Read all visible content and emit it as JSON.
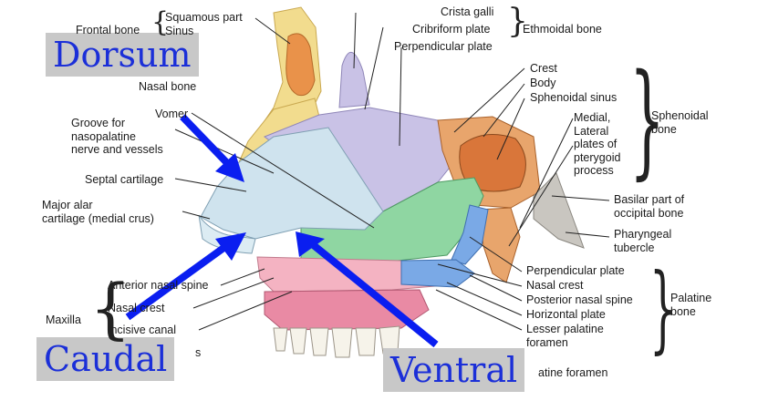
{
  "overlay_labels": {
    "dorsum": "Dorsum",
    "caudal": "Caudal",
    "ventral": "Ventral"
  },
  "left_labels": {
    "frontal_bone": "Frontal bone",
    "sinus": "Sinus",
    "squamous_part": "Squamous part",
    "nasal_bone": "Nasal bone",
    "vomer": "Vomer",
    "groove": "Groove for\nnasopalatine\nnerve and vessels",
    "septal_cartilage": "Septal cartilage",
    "major_alar": "Major alar\ncartilage (medial crus)",
    "anterior_nasal_spine": "Anterior nasal spine",
    "nasal_crest": "Nasal crest",
    "incisive_canal": "Incisive canal",
    "maxilla": "Maxilla",
    "alveolar": "s"
  },
  "top_labels": {
    "crista_galli": "Crista galli",
    "cribriform_plate": "Cribriform plate",
    "perpendicular_plate": "Perpendicular plate",
    "ethmoidal_bone": "Ethmoidal bone"
  },
  "right_labels": {
    "crest": "Crest",
    "body": "Body",
    "sphenoidal_sinus": "Sphenoidal sinus",
    "pterygoid": "Medial,\nLateral\nplates of\npterygoid\nprocess",
    "sphenoidal_bone": "Sphenoidal\nbone",
    "basilar_part": "Basilar part of\noccipital bone",
    "pharyngeal_tubercle": "Pharyngeal\ntubercle",
    "palatine_perpendicular": "Perpendicular plate",
    "palatine_nasal_crest": "Nasal crest",
    "posterior_nasal_spine": "Posterior nasal spine",
    "horizontal_plate": "Horizontal plate",
    "lesser_palatine": "Lesser palatine\nforamen",
    "greater_palatine": "atine foramen",
    "palatine_bone": "Palatine\nbone"
  },
  "colors": {
    "arrow": "#0a1ef0",
    "overlay_text": "#1b2fd8",
    "overlay_bg": "#c8c8c8",
    "septal_cartilage": "#cfe3ee",
    "ethmoid": "#c9c2e6",
    "vomer": "#8fd6a2",
    "bone_orange": "#e8a56c",
    "palatine_blue": "#7aa9e6",
    "maxilla_pink": "#f4b3c2",
    "gum_pink": "#e98aa4",
    "occipital_grey": "#c9c6c0"
  }
}
